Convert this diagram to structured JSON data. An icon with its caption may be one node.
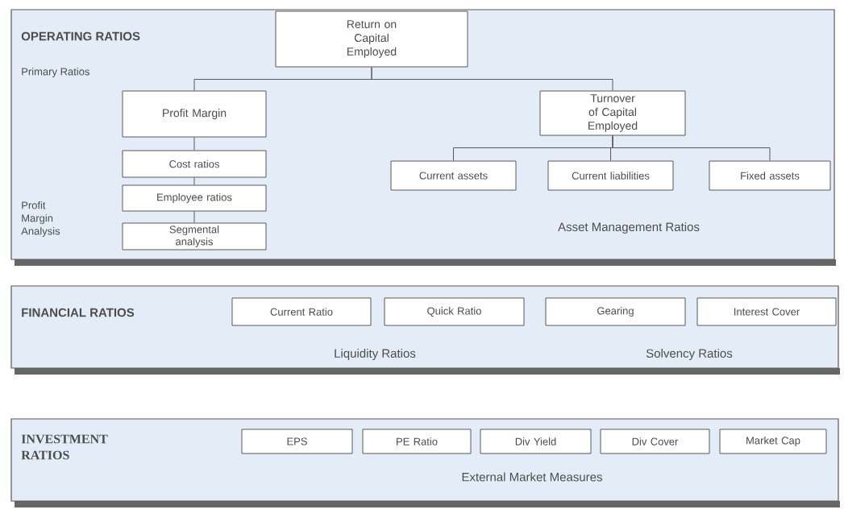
{
  "diagram": {
    "nodes": [
      {
        "text": [
          "OPERATING RATIOS",
          "Primary Ratios",
          "Profit Margin Analysis",
          "Asset Management Ratios"
        ]
      },
      {
        "text": [
          "Return on Capital Employed"
        ],
        "in": 0
      },
      {
        "text": [
          "Profit Margin"
        ],
        "in": 0
      },
      {
        "text": [
          "Turnover of Capital Employed"
        ],
        "in": 0
      },
      {
        "text": [
          "Cost ratios"
        ],
        "in": 0
      },
      {
        "text": [
          "Employee ratios"
        ],
        "in": 0
      },
      {
        "text": [
          "Segmental analysis"
        ],
        "in": 0
      },
      {
        "text": [
          "Current assets"
        ],
        "in": 0
      },
      {
        "text": [
          "Current liabilities"
        ],
        "in": 0
      },
      {
        "text": [
          "Fixed assets"
        ],
        "in": 0
      },
      {
        "text": [
          "FINANCIAL RATIOS",
          "Liquidity Ratios",
          "Solvency Ratios"
        ]
      },
      {
        "text": [
          "Current Ratio"
        ],
        "in": 10
      },
      {
        "text": [
          "Quick Ratio"
        ],
        "in": 10
      },
      {
        "text": [
          "Gearing"
        ],
        "in": 10
      },
      {
        "text": [
          "Interest Cover"
        ],
        "in": 10
      },
      {
        "text": [
          "INVESTMENT RATIOS",
          "External Market Measures"
        ]
      },
      {
        "text": [
          "EPS"
        ],
        "in": 15
      },
      {
        "text": [
          "PE Ratio"
        ],
        "in": 15
      },
      {
        "text": [
          "Div Yield"
        ],
        "in": 15
      },
      {
        "text": [
          "Div Cover"
        ],
        "in": 15
      },
      {
        "text": [
          "Market Cap"
        ],
        "in": 15
      }
    ],
    "edges": [
      {
        "from": 1,
        "to": 2,
        "arrow": "none"
      },
      {
        "from": 1,
        "to": 3,
        "arrow": "none"
      },
      {
        "from": 2,
        "to": 4,
        "arrow": "none"
      },
      {
        "from": 4,
        "to": 5,
        "arrow": "none"
      },
      {
        "from": 5,
        "to": 6,
        "arrow": "none"
      },
      {
        "from": 3,
        "to": 7,
        "arrow": "none"
      },
      {
        "from": 3,
        "to": 8,
        "arrow": "none"
      },
      {
        "from": 3,
        "to": 9,
        "arrow": "none"
      }
    ]
  }
}
